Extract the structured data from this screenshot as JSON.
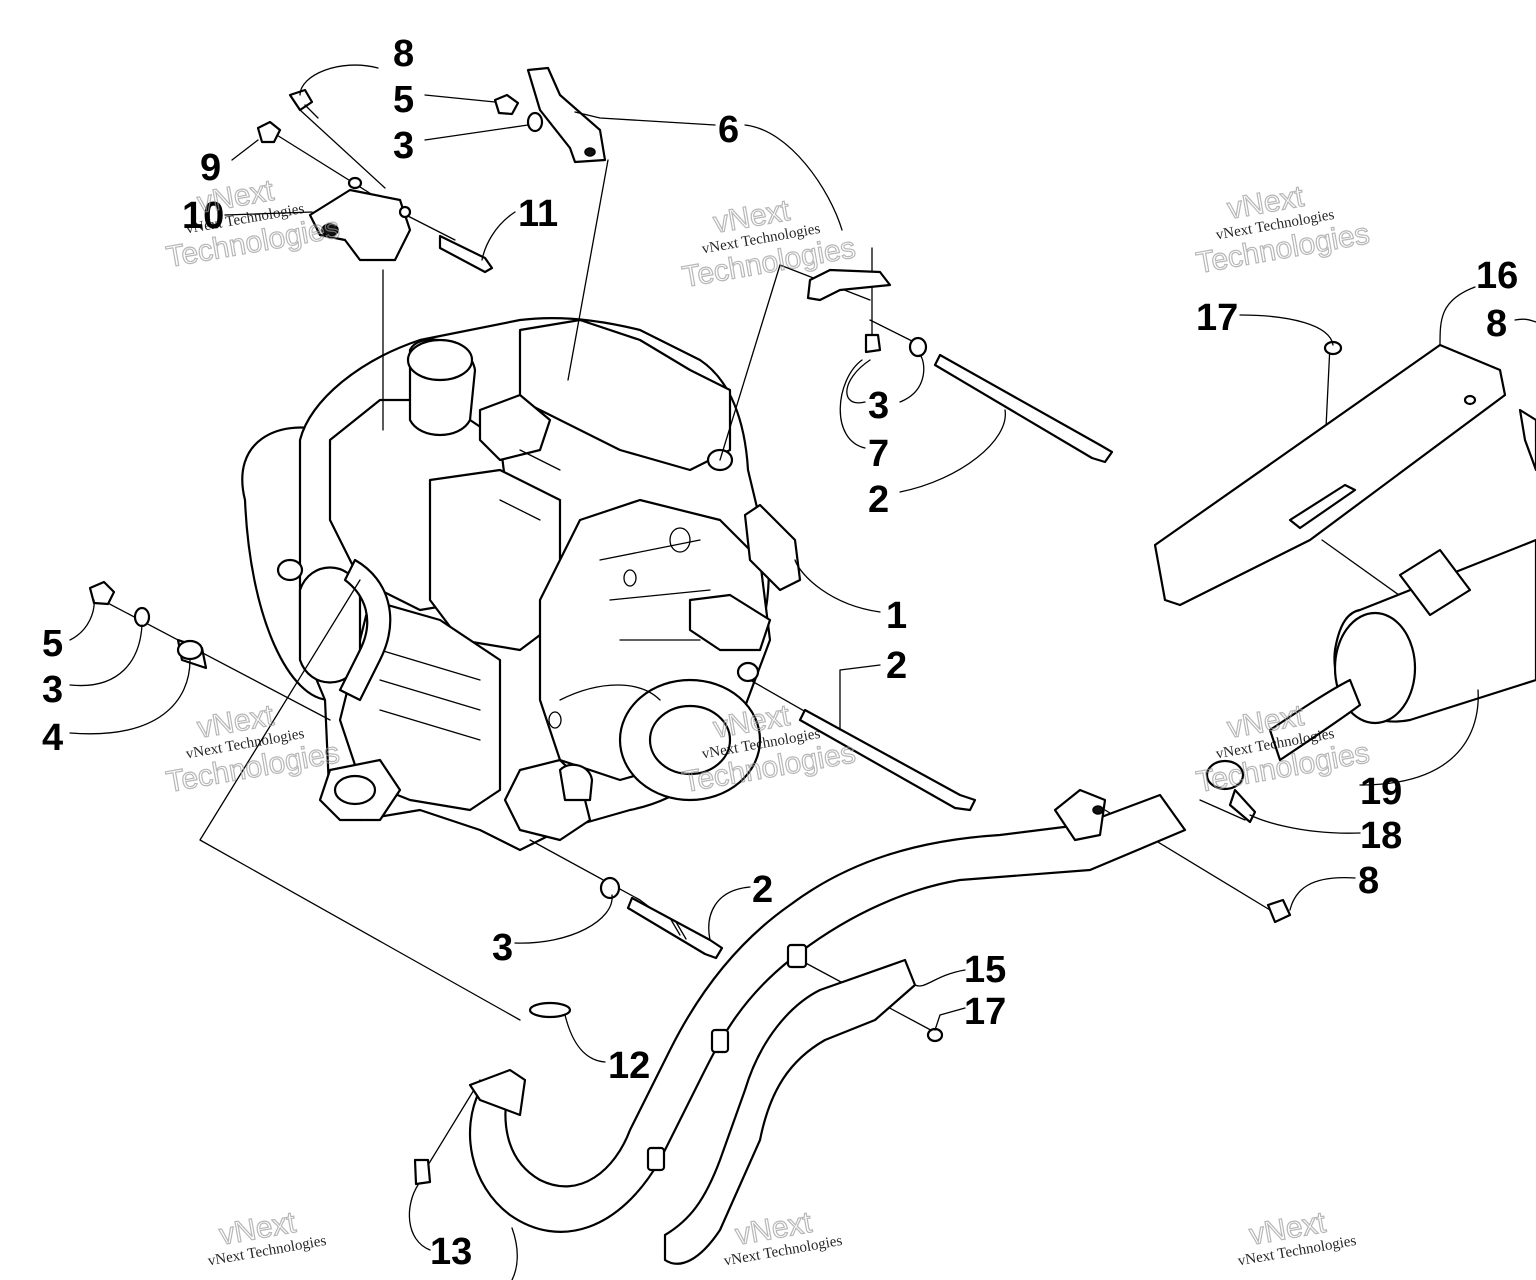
{
  "labels": [
    {
      "id": "l8a",
      "text": "8"
    },
    {
      "id": "l5a",
      "text": "5"
    },
    {
      "id": "l3a",
      "text": "3"
    },
    {
      "id": "l6",
      "text": "6"
    },
    {
      "id": "l9",
      "text": "9"
    },
    {
      "id": "l10",
      "text": "10"
    },
    {
      "id": "l11",
      "text": "11"
    },
    {
      "id": "l3b",
      "text": "3"
    },
    {
      "id": "l7",
      "text": "7"
    },
    {
      "id": "l2a",
      "text": "2"
    },
    {
      "id": "l1",
      "text": "1"
    },
    {
      "id": "l2b",
      "text": "2"
    },
    {
      "id": "l5b",
      "text": "5"
    },
    {
      "id": "l3c",
      "text": "3"
    },
    {
      "id": "l4",
      "text": "4"
    },
    {
      "id": "l16",
      "text": "16"
    },
    {
      "id": "l8b",
      "text": "8"
    },
    {
      "id": "l17a",
      "text": "17"
    },
    {
      "id": "l19",
      "text": "19"
    },
    {
      "id": "l18",
      "text": "18"
    },
    {
      "id": "l8c",
      "text": "8"
    },
    {
      "id": "l2c",
      "text": "2"
    },
    {
      "id": "l3d",
      "text": "3"
    },
    {
      "id": "l15",
      "text": "15"
    },
    {
      "id": "l17b",
      "text": "17"
    },
    {
      "id": "l12",
      "text": "12"
    },
    {
      "id": "l13",
      "text": "13"
    }
  ],
  "watermark": {
    "small": "vNext Technologies",
    "big_top": "vNext",
    "big_bottom": "Technologies"
  }
}
